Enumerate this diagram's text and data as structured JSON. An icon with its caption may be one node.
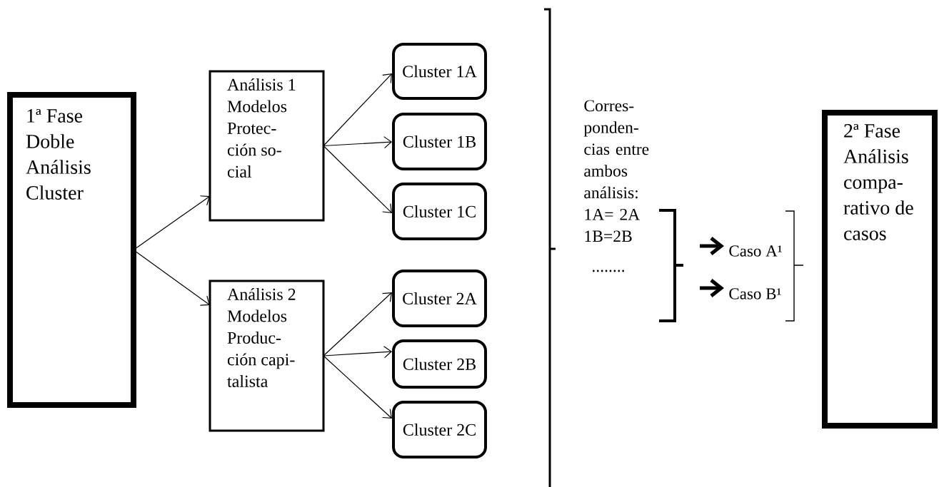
{
  "diagram": {
    "nodes": [
      {
        "text": [
          "1ª Fase Doble Análisis Cluster"
        ]
      },
      {
        "text": [
          "Análisis 1 Modelos Protec- ción so- cial"
        ]
      },
      {
        "text": [
          "Análisis 2 Modelos Produc- ción capi- talista"
        ]
      },
      {
        "text": [
          "Cluster 1A"
        ]
      },
      {
        "text": [
          "Cluster 1B"
        ]
      },
      {
        "text": [
          "Cluster 1C"
        ]
      },
      {
        "text": [
          "Cluster 2A"
        ]
      },
      {
        "text": [
          "Cluster 2B"
        ]
      },
      {
        "text": [
          "Cluster 2C"
        ]
      },
      {
        "text": [
          "Caso A¹"
        ]
      },
      {
        "text": [
          "Caso B¹"
        ]
      },
      {
        "text": [
          "2ª Fase Análisis compa- rativo de casos"
        ]
      }
    ],
    "edges": [
      {
        "from": 0,
        "to": 1,
        "arrow": "to"
      },
      {
        "from": 0,
        "to": 2,
        "arrow": "to"
      },
      {
        "from": 1,
        "to": 3,
        "arrow": "to"
      },
      {
        "from": 1,
        "to": 4,
        "arrow": "to"
      },
      {
        "from": 1,
        "to": 5,
        "arrow": "to"
      },
      {
        "from": 2,
        "to": 6,
        "arrow": "to"
      },
      {
        "from": 2,
        "to": 7,
        "arrow": "to"
      },
      {
        "from": 2,
        "to": 8,
        "arrow": "to"
      },
      {
        "from": null,
        "to": 9,
        "arrow": "to",
        "style": "thick"
      },
      {
        "from": null,
        "to": 10,
        "arrow": "to",
        "style": "thick"
      }
    ],
    "labels": [
      "Corres- ponden- cias entre ambos análisis: 1A= 2A 1B=2B",
      "........"
    ]
  }
}
